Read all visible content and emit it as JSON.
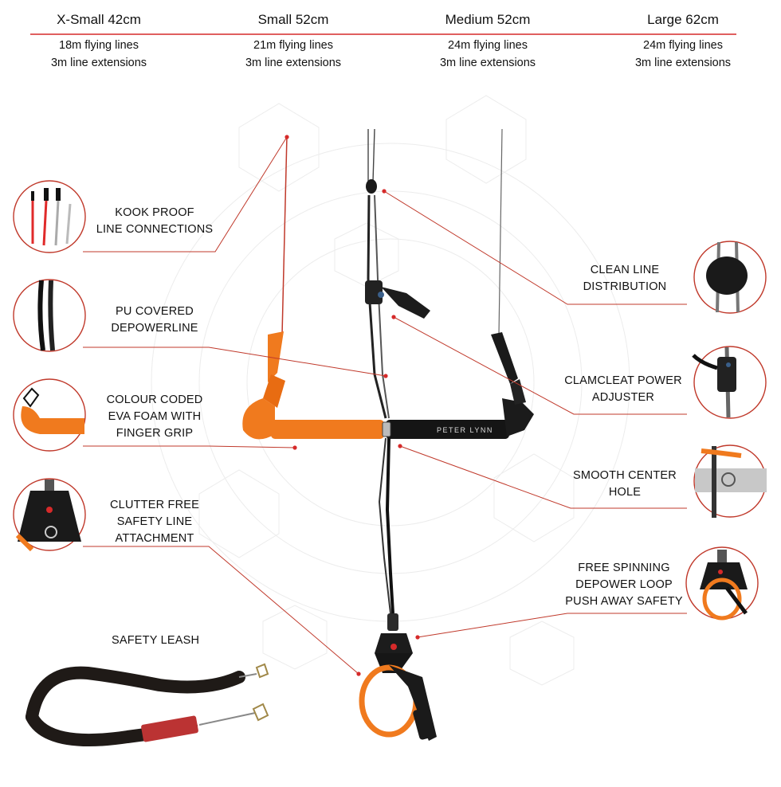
{
  "sizes": [
    {
      "name": "X-Small 42cm",
      "lines": "18m flying lines",
      "extensions": "3m line extensions"
    },
    {
      "name": "Small 52cm",
      "lines": "21m flying lines",
      "extensions": "3m line extensions"
    },
    {
      "name": "Medium 52cm",
      "lines": "24m flying lines",
      "extensions": "3m line extensions"
    },
    {
      "name": "Large 62cm",
      "lines": "24m flying lines",
      "extensions": "3m line extensions"
    }
  ],
  "features_left": [
    {
      "lines": [
        "KOOK PROOF",
        "LINE CONNECTIONS"
      ]
    },
    {
      "lines": [
        "PU COVERED",
        "DEPOWERLINE"
      ]
    },
    {
      "lines": [
        "COLOUR CODED",
        "EVA FOAM WITH",
        "FINGER GRIP"
      ]
    },
    {
      "lines": [
        "CLUTTER FREE",
        "SAFETY LINE",
        "ATTACHMENT"
      ]
    }
  ],
  "features_right": [
    {
      "lines": [
        "CLEAN LINE",
        "DISTRIBUTION"
      ]
    },
    {
      "lines": [
        "CLAMCLEAT POWER",
        "ADJUSTER"
      ]
    },
    {
      "lines": [
        "SMOOTH CENTER",
        "HOLE"
      ]
    },
    {
      "lines": [
        "FREE SPINNING",
        "DEPOWER LOOP",
        "PUSH AWAY SAFETY"
      ]
    }
  ],
  "leash_label": "SAFETY LEASH",
  "brand_on_bar": "PETER LYNN",
  "colors": {
    "accent": "#d62a2a",
    "orange": "#f07a1e",
    "bar_black": "#151515"
  }
}
